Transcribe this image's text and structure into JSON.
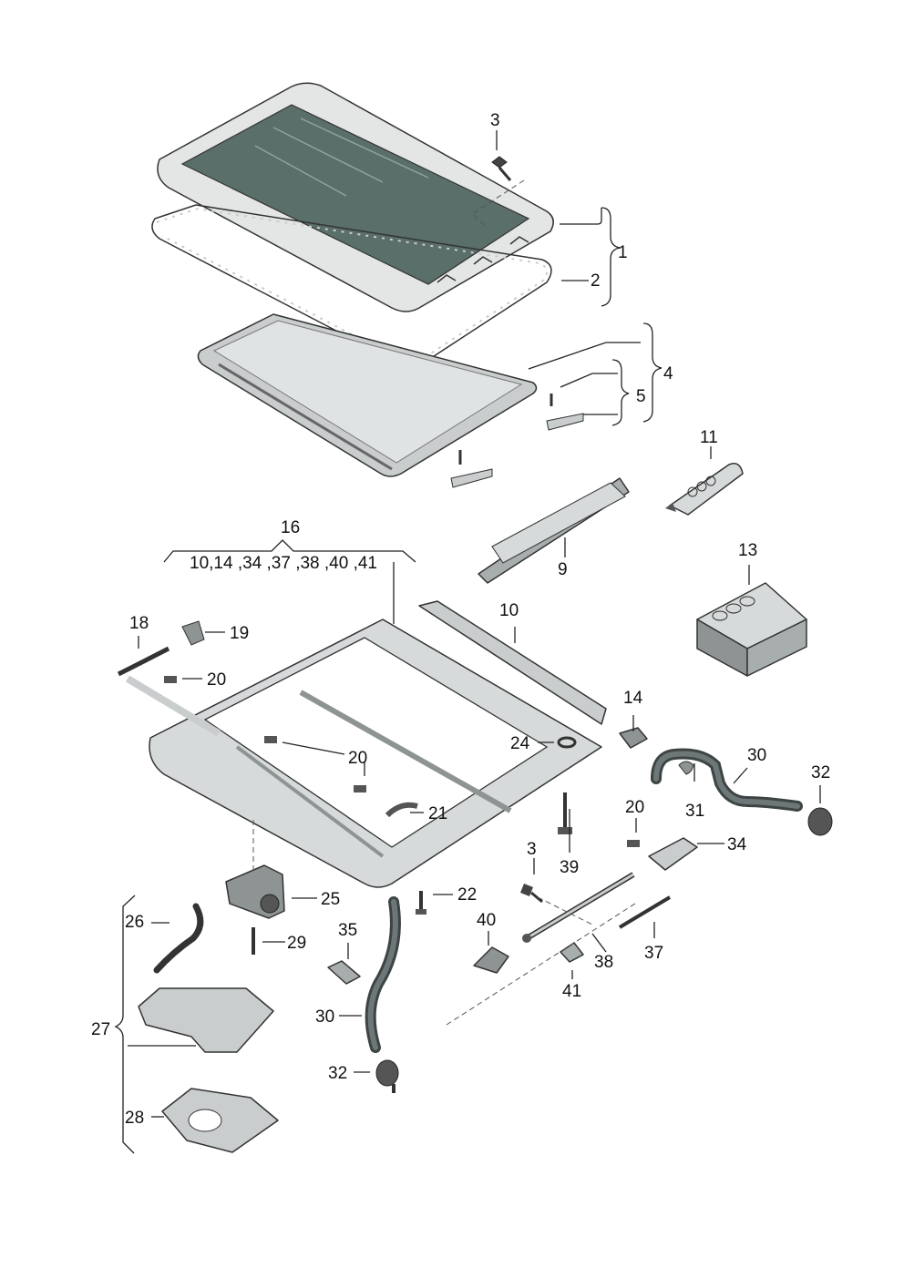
{
  "labels": {
    "p1": "1",
    "p2": "2",
    "p3a": "3",
    "p3b": "3",
    "p4": "4",
    "p5": "5",
    "p9": "9",
    "p10": "10",
    "p11": "11",
    "p13": "13",
    "p14": "14",
    "p16": "16",
    "p16_components": "10,14 ,34 ,37 ,38 ,40 ,41",
    "p18": "18",
    "p19": "19",
    "p20a": "20",
    "p20b": "20",
    "p20c": "20",
    "p21": "21",
    "p22": "22",
    "p24": "24",
    "p25": "25",
    "p26": "26",
    "p27": "27",
    "p28": "28",
    "p29": "29",
    "p30a": "30",
    "p30b": "30",
    "p31": "31",
    "p32a": "32",
    "p32b": "32",
    "p34": "34",
    "p35": "35",
    "p37": "37",
    "p38": "38",
    "p39": "39",
    "p40": "40",
    "p41": "41"
  },
  "colors": {
    "glass": "#5a6e6a",
    "frame_light": "#e4e6e6",
    "frame_mid": "#c9cdcd",
    "frame_dark": "#8e9494",
    "hose": "#3d4444",
    "box": "#a8aeae"
  }
}
